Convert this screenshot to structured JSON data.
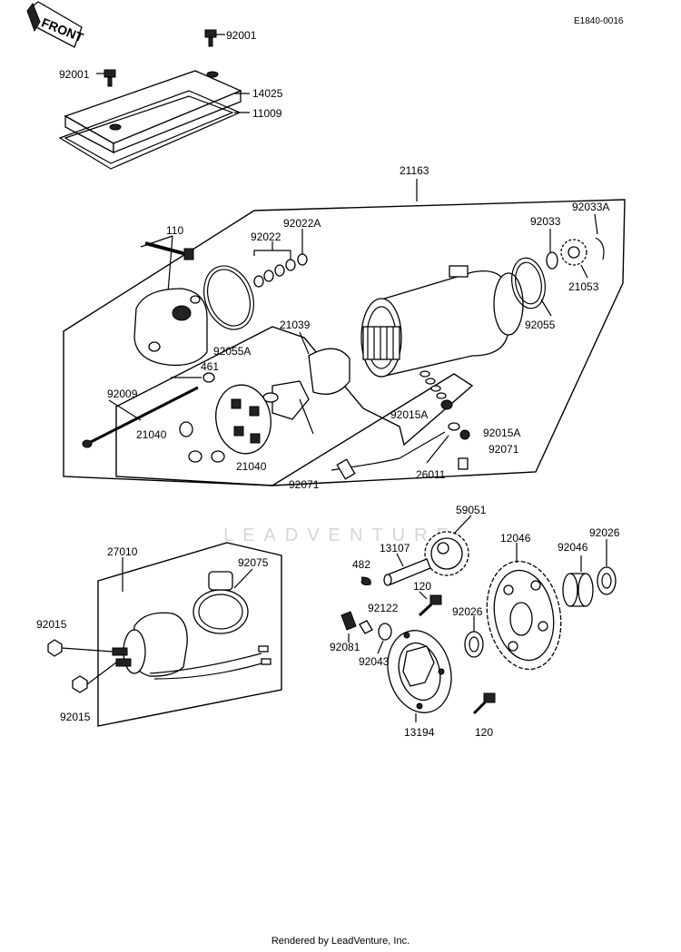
{
  "diagram_ref": "E1840-0016",
  "front_label": "FRONT",
  "watermark": "LEADVENTURE",
  "footer": "Rendered by LeadVenture, Inc.",
  "labels": {
    "p92001_top": "92001",
    "p92001_left": "92001",
    "p14025": "14025",
    "p11009": "11009",
    "p21163": "21163",
    "p110": "110",
    "p92022A": "92022A",
    "p92022": "92022",
    "p92033": "92033",
    "p92033A": "92033A",
    "p21053": "21053",
    "p92055": "92055",
    "p92055A": "92055A",
    "p21039": "21039",
    "p461": "461",
    "p92009": "92009",
    "p21040a": "21040",
    "p21040b": "21040",
    "p92015A_a": "92015A",
    "p92015A_b": "92015A",
    "p92071_a": "92071",
    "p92071_b": "92071",
    "p26011": "26011",
    "p59051": "59051",
    "p27010": "27010",
    "p92075": "92075",
    "p13107": "13107",
    "p482": "482",
    "p12046": "12046",
    "p92026_a": "92026",
    "p92046": "92046",
    "p120_a": "120",
    "p92122": "92122",
    "p92026_b": "92026",
    "p92015_a": "92015",
    "p92081": "92081",
    "p92043": "92043",
    "p92015_b": "92015",
    "p13194": "13194",
    "p120_b": "120"
  }
}
